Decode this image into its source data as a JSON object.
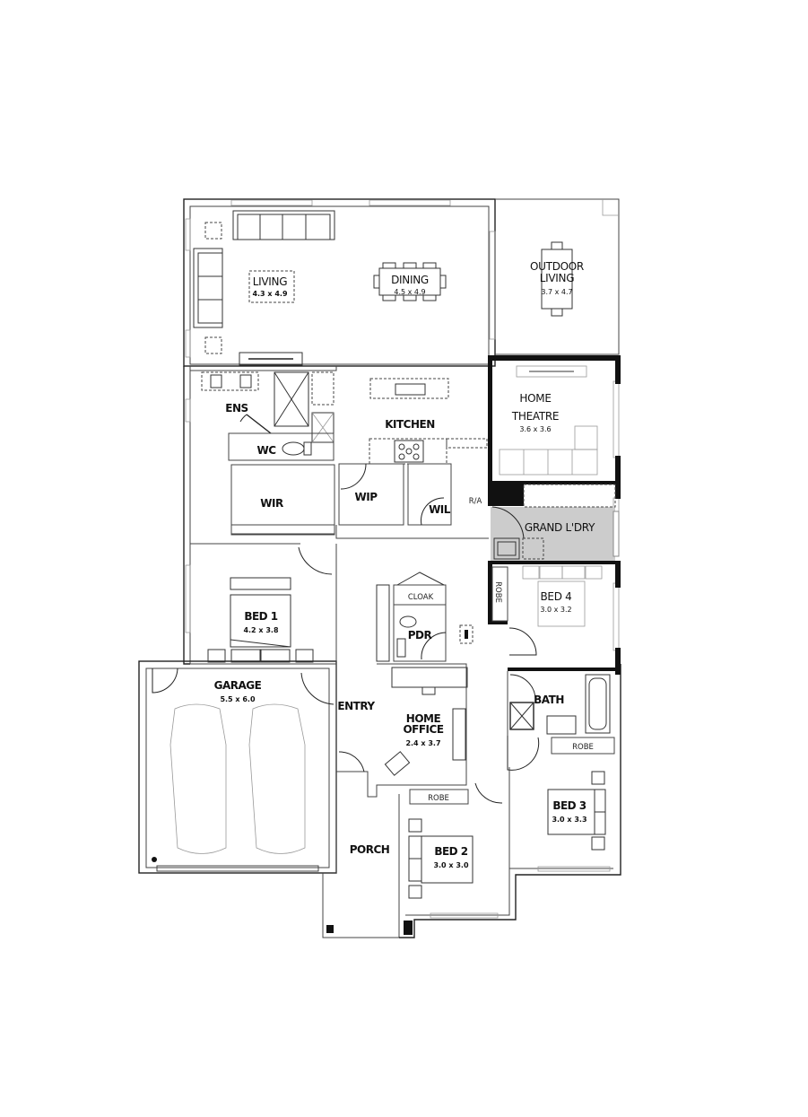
{
  "plan": {
    "rooms": [
      {
        "key": "living",
        "name": "LIVING",
        "size": "4.3 x 4.9"
      },
      {
        "key": "dining",
        "name": "DINING",
        "size": "4.5 x 4.9"
      },
      {
        "key": "outdoor_living",
        "name": "OUTDOOR LIVING",
        "line1": "OUTDOOR",
        "line2": "LIVING",
        "size": "3.7 x 4.7"
      },
      {
        "key": "home_theatre",
        "name": "HOME THEATRE",
        "line1": "HOME",
        "line2": "THEATRE",
        "size": "3.6 x 3.6"
      },
      {
        "key": "kitchen",
        "name": "KITCHEN"
      },
      {
        "key": "ens",
        "name": "ENS"
      },
      {
        "key": "wc",
        "name": "WC"
      },
      {
        "key": "wir",
        "name": "WIR"
      },
      {
        "key": "wip",
        "name": "WIP"
      },
      {
        "key": "wil",
        "name": "WIL"
      },
      {
        "key": "ra",
        "name": "R/A"
      },
      {
        "key": "grand_ldry",
        "name": "GRAND L'DRY"
      },
      {
        "key": "robe_bed4",
        "name": "ROBE"
      },
      {
        "key": "bed4",
        "name": "BED 4",
        "size": "3.0 x 3.2"
      },
      {
        "key": "cloak",
        "name": "CLOAK"
      },
      {
        "key": "pdr",
        "name": "PDR"
      },
      {
        "key": "bed1",
        "name": "BED 1",
        "size": "4.2 x 3.8"
      },
      {
        "key": "garage",
        "name": "GARAGE",
        "size": "5.5 x 6.0"
      },
      {
        "key": "entry",
        "name": "ENTRY"
      },
      {
        "key": "home_office",
        "name": "HOME OFFICE",
        "line1": "HOME",
        "line2": "OFFICE",
        "size": "2.4 x 3.7"
      },
      {
        "key": "bath",
        "name": "BATH"
      },
      {
        "key": "robe_bed3",
        "name": "ROBE"
      },
      {
        "key": "robe_bed2",
        "name": "ROBE"
      },
      {
        "key": "bed3",
        "name": "BED 3",
        "size": "3.0 x 3.3"
      },
      {
        "key": "bed2",
        "name": "BED 2",
        "size": "3.0 x 3.0"
      },
      {
        "key": "porch",
        "name": "PORCH"
      }
    ],
    "colors": {
      "laundry_fill": "#cccccc",
      "wall": "#111111",
      "line": "#444444"
    }
  }
}
